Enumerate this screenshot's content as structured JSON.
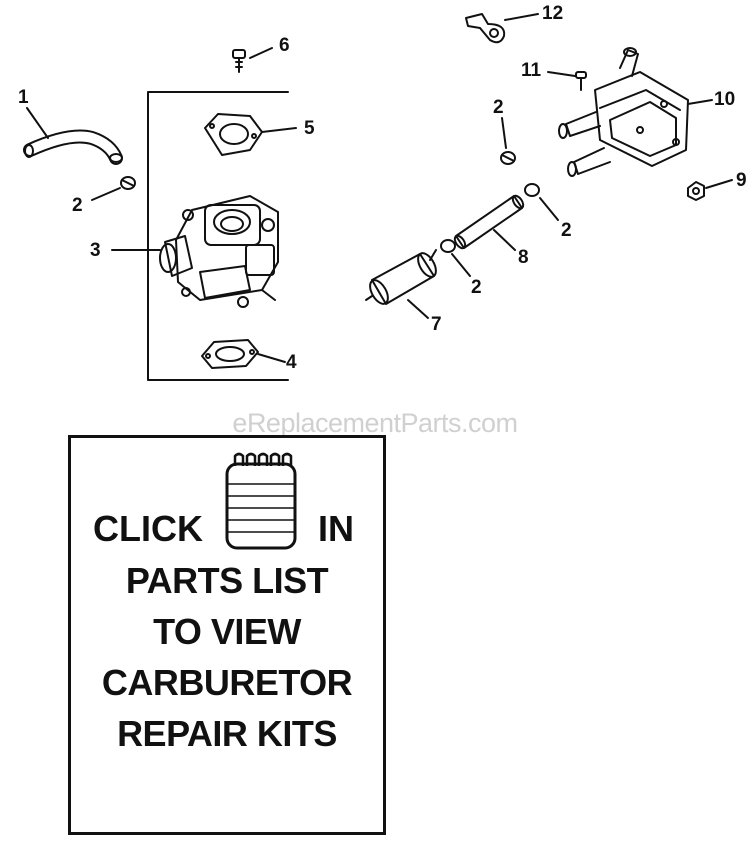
{
  "watermark": "eReplacementParts.com",
  "callouts": {
    "c1": "1",
    "c2a": "2",
    "c2b": "2",
    "c2c": "2",
    "c2d": "2",
    "c3": "3",
    "c4": "4",
    "c5": "5",
    "c6": "6",
    "c7": "7",
    "c8": "8",
    "c9": "9",
    "c10": "10",
    "c11": "11",
    "c12": "12"
  },
  "kit_box": {
    "click": "CLICK",
    "in": "IN",
    "line1": "PARTS LIST",
    "line2": "TO VIEW",
    "line3": "CARBURETOR",
    "line4": "REPAIR KITS",
    "icon": "notebook-icon"
  }
}
